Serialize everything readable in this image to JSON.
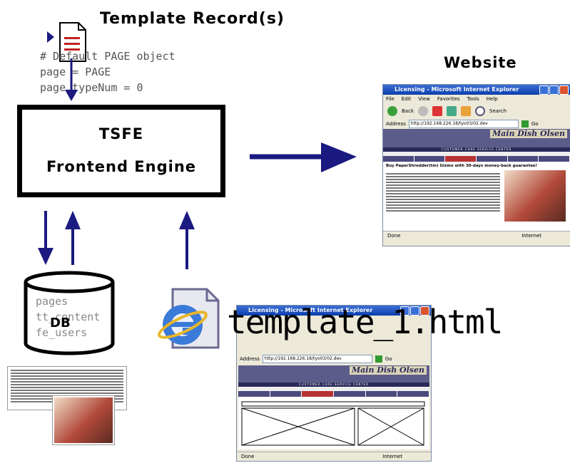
{
  "template_records": {
    "title": "Template Record(s)",
    "code_lines": [
      "# Default PAGE object",
      "page = PAGE",
      "page.typeNum = 0"
    ]
  },
  "engine": {
    "name": "TSFE",
    "subtitle": "Frontend Engine"
  },
  "database": {
    "label": "DB",
    "tables": [
      "pages",
      "tt_content",
      "fe_users"
    ]
  },
  "website": {
    "title": "Website",
    "browser": {
      "window_title": "Licensing - Microsoft Internet Explorer",
      "menu": [
        "File",
        "Edit",
        "View",
        "Favorites",
        "Tools",
        "Help"
      ],
      "back_label": "Back",
      "search_label": "Search",
      "address_label": "Address",
      "address_value": "http://192.168.226.18/tyo03/02.dev",
      "go_label": "Go",
      "site_brand": "Main Dish Olsen",
      "site_bar": "CUSTOMER CARE SERVICE CENTER",
      "headline": "Buy PaperShredder(tm) Gizmo with 30-days money-back guarantee!",
      "status_done": "Done",
      "status_zone": "Internet"
    }
  },
  "template_file": {
    "name": "template_1.html",
    "browser": {
      "window_title": "Licensing - Microsoft Internet Explorer",
      "address_label": "Address",
      "address_value": "http://192.168.226.18/tyo03/02.dev",
      "go_label": "Go",
      "site_brand": "Main Dish Olsen",
      "site_bar": "CUSTOMER CARE SERVICE CENTER",
      "status_done": "Done",
      "status_zone": "Internet"
    }
  },
  "colors": {
    "arrow": "#1a1a80",
    "engine_border": "#000000"
  }
}
